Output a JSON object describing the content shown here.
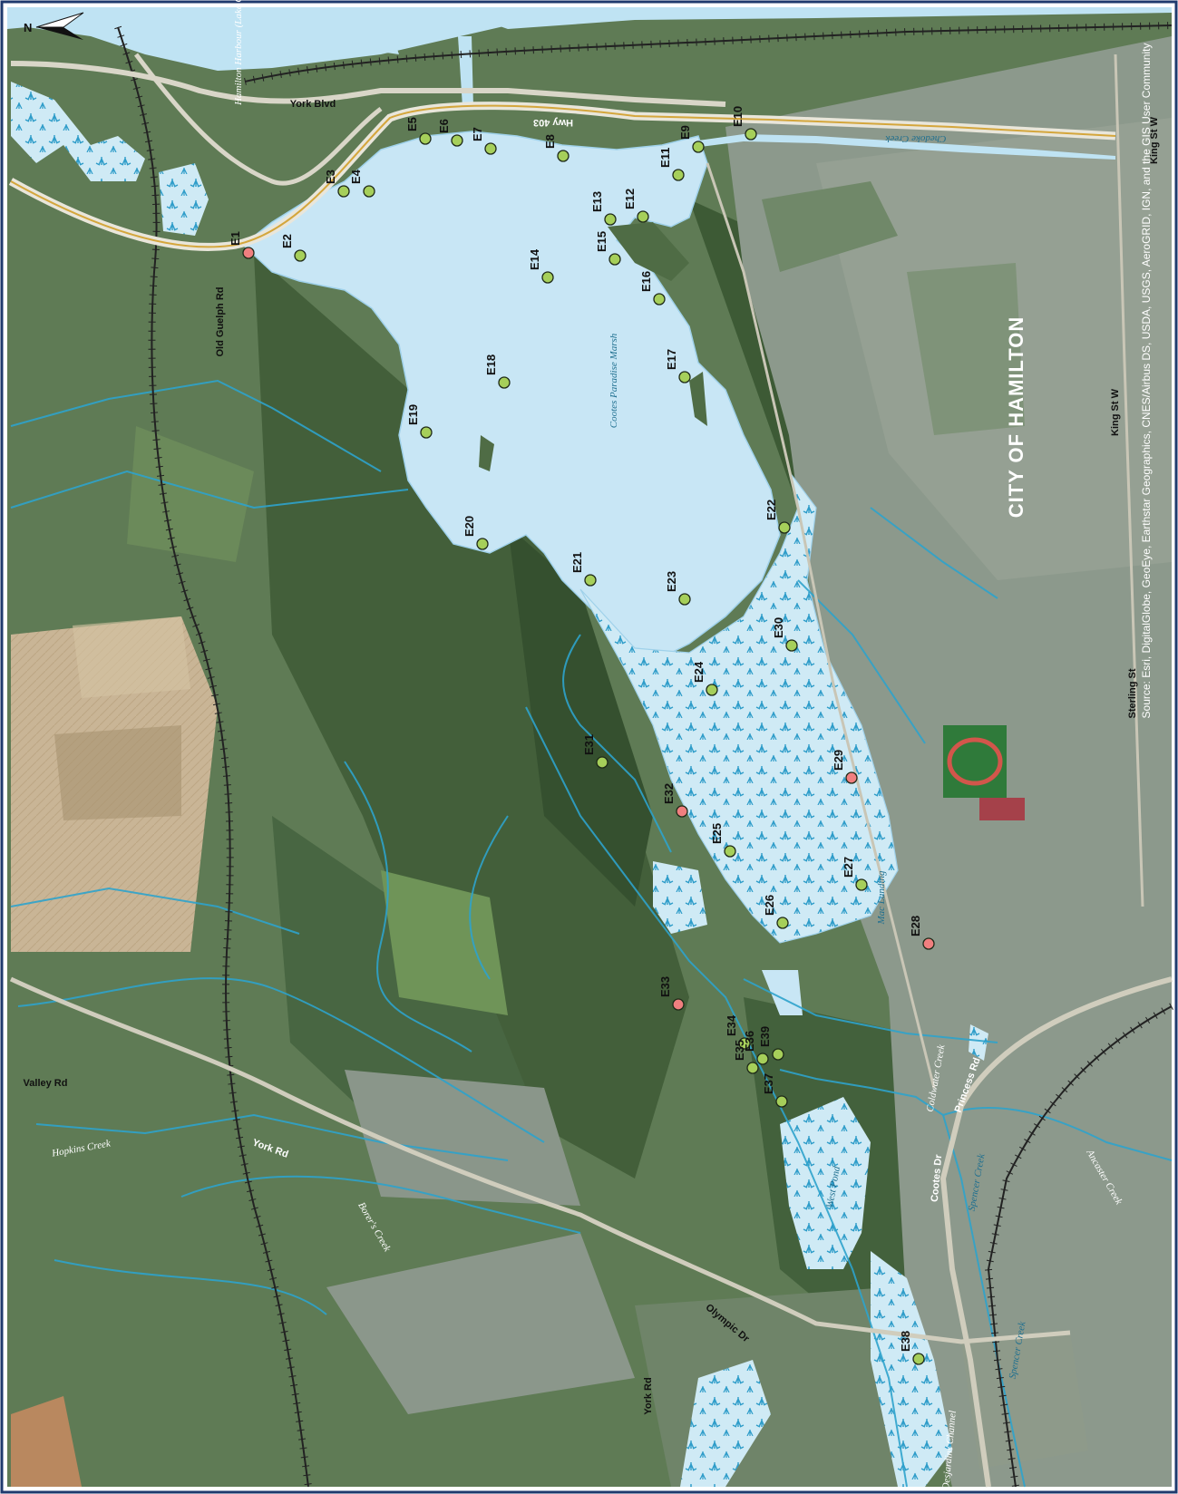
{
  "north_arrow": {
    "label": "N"
  },
  "city_label": "CITY OF HAMILTON",
  "credit": "Source: Esri, DigitalGlobe, GeoEye, Earthstar Geographics, CNES/Airbus DS, USDA, USGS, AeroGRID, IGN, and the GIS User Community",
  "roads": {
    "york_blvd": "York Blvd",
    "hwy403": "Hwy 403",
    "old_guelph": "Old Guelph Rd",
    "king_st_w_1": "King St W",
    "king_st_w_2": "King St W",
    "sterling": "Sterling St",
    "valley": "Valley Rd",
    "york_rd_1": "York Rd",
    "york_rd_2": "York Rd",
    "olympic": "Olympic Dr",
    "cootes_dr": "Cootes Dr",
    "princess": "Princess Rd"
  },
  "water_labels": {
    "harbour": "Hamilton Harbour (Lake Ontario)",
    "marsh": "Cootes Paradise Marsh",
    "chedoke": "Chedoke Creek",
    "mac_landing": "Mac Landing",
    "coldwater": "Coldwater Creek",
    "spencer1": "Spencer Creek",
    "spencer2": "Spencer Creek",
    "west_pond": "West Pond",
    "desjardins": "Desjardins Channel",
    "hopkins": "Hopkins Creek",
    "borers": "Borer's Creek",
    "ancaster": "Ancaster Creek"
  },
  "status_colors": {
    "normal": "#a6cf5a",
    "flagged": "#f07f7f"
  },
  "sites": [
    {
      "id": "E1",
      "status": "flagged"
    },
    {
      "id": "E2",
      "status": "normal"
    },
    {
      "id": "E3",
      "status": "normal"
    },
    {
      "id": "E4",
      "status": "normal"
    },
    {
      "id": "E5",
      "status": "normal"
    },
    {
      "id": "E6",
      "status": "normal"
    },
    {
      "id": "E7",
      "status": "normal"
    },
    {
      "id": "E8",
      "status": "normal"
    },
    {
      "id": "E9",
      "status": "normal"
    },
    {
      "id": "E10",
      "status": "normal"
    },
    {
      "id": "E11",
      "status": "normal"
    },
    {
      "id": "E12",
      "status": "normal"
    },
    {
      "id": "E13",
      "status": "normal"
    },
    {
      "id": "E14",
      "status": "normal"
    },
    {
      "id": "E15",
      "status": "normal"
    },
    {
      "id": "E16",
      "status": "normal"
    },
    {
      "id": "E17",
      "status": "normal"
    },
    {
      "id": "E18",
      "status": "normal"
    },
    {
      "id": "E19",
      "status": "normal"
    },
    {
      "id": "E20",
      "status": "normal"
    },
    {
      "id": "E21",
      "status": "normal"
    },
    {
      "id": "E22",
      "status": "normal"
    },
    {
      "id": "E23",
      "status": "normal"
    },
    {
      "id": "E24",
      "status": "normal"
    },
    {
      "id": "E25",
      "status": "normal"
    },
    {
      "id": "E26",
      "status": "normal"
    },
    {
      "id": "E27",
      "status": "normal"
    },
    {
      "id": "E28",
      "status": "flagged"
    },
    {
      "id": "E29",
      "status": "flagged"
    },
    {
      "id": "E30",
      "status": "normal"
    },
    {
      "id": "E31",
      "status": "normal"
    },
    {
      "id": "E32",
      "status": "flagged"
    },
    {
      "id": "E33",
      "status": "flagged"
    },
    {
      "id": "E34",
      "status": "normal"
    },
    {
      "id": "E35",
      "status": "normal"
    },
    {
      "id": "E36",
      "status": "normal"
    },
    {
      "id": "E37",
      "status": "normal"
    },
    {
      "id": "E38",
      "status": "normal"
    },
    {
      "id": "E39",
      "status": "normal"
    }
  ]
}
